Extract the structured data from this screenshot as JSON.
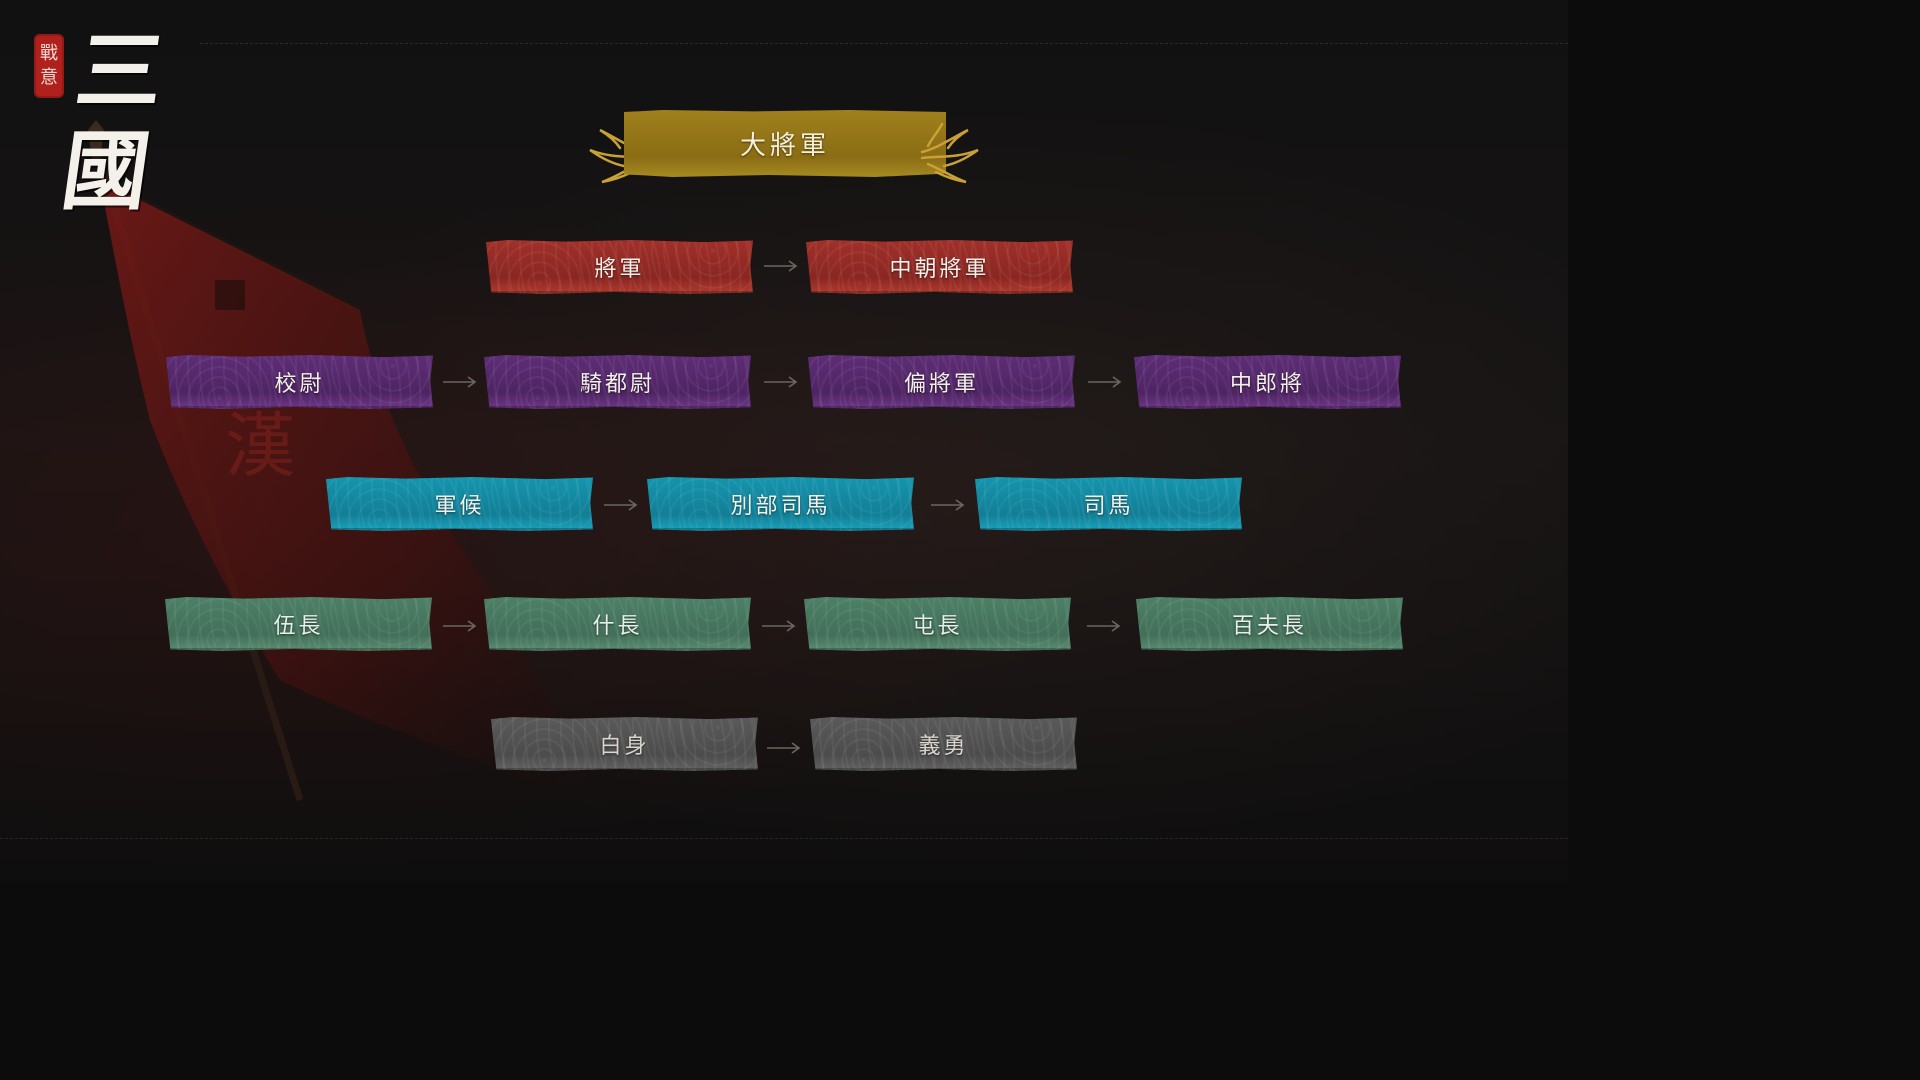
{
  "logo": {
    "seal_text": "戰意",
    "main_text": "三國"
  },
  "top_rank": {
    "label": "大將軍",
    "color": "#a0811d"
  },
  "tiers": [
    {
      "id": "red",
      "color": "#a1302a",
      "ranks": [
        "將軍",
        "中朝將軍"
      ]
    },
    {
      "id": "purple",
      "color": "#5e2d76",
      "ranks": [
        "校尉",
        "騎都尉",
        "偏將軍",
        "中郎將"
      ]
    },
    {
      "id": "cyan",
      "color": "#1595ae",
      "ranks": [
        "軍候",
        "別部司馬",
        "司馬"
      ]
    },
    {
      "id": "green",
      "color": "#4d8067",
      "ranks": [
        "伍長",
        "什長",
        "屯長",
        "百夫長"
      ]
    },
    {
      "id": "gray",
      "color": "#5a5a5a",
      "ranks": [
        "白身",
        "義勇"
      ]
    }
  ],
  "arrow_icon": "right-arrow-icon",
  "decor": {
    "banner_icon": "war-banner-icon",
    "dragon_icon": "dragon-ornament-icon"
  }
}
